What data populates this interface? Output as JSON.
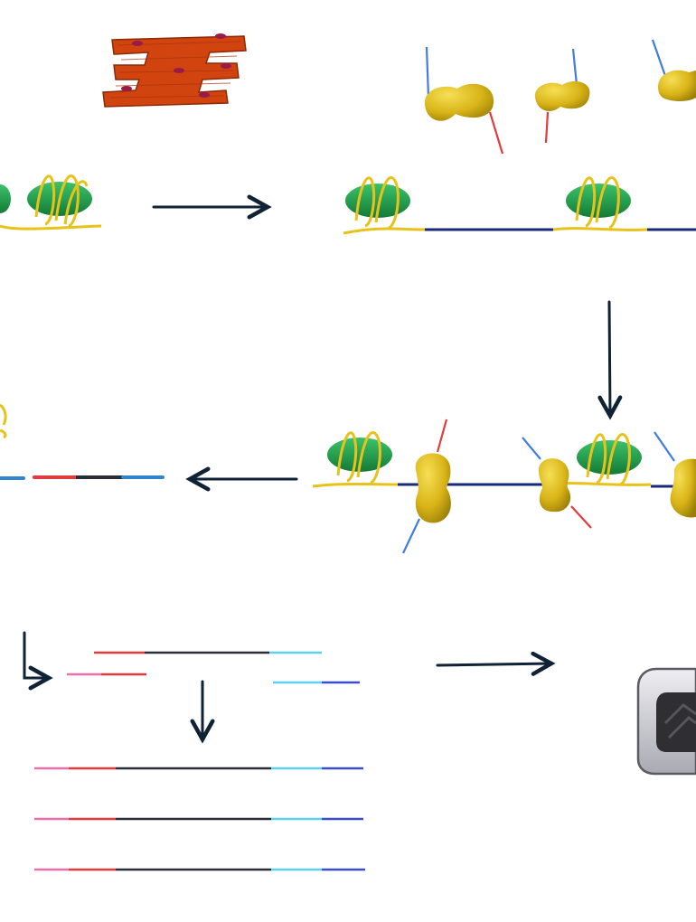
{
  "colors": {
    "background": "#ffffff",
    "arrow": "#0f2236",
    "nucleosome": "#1f9c4a",
    "dna_wrap": "#e7c21a",
    "transposase": "#d8b417",
    "adapter_red": "#e23b3b",
    "adapter_blue": "#3f7de0",
    "fragment_dark": "#2a2f36",
    "fragment_light_blue": "#5fd0ef",
    "fragment_dark_blue": "#3a4fd0",
    "primer_pink": "#ef6fa8",
    "cell": "#d2440f",
    "cell_nucleus": "#9a1a4a",
    "sequencer_body": "#d4d4d8"
  },
  "icons": {
    "cells": "cardiomyocyte-cells-icon",
    "transposases": "tn5-transposase-icon",
    "sequencer": "sequencer-icon"
  },
  "steps": [
    {
      "id": "nuclei-isolation",
      "from": "cells",
      "to": "chromatin"
    },
    {
      "id": "tagmentation",
      "from": "open-chromatin",
      "to": "tagmented-chromatin"
    },
    {
      "id": "fragment-release",
      "from": "tagmented-chromatin",
      "to": "adapter-fragments"
    },
    {
      "id": "pcr-amplification",
      "from": "primers",
      "to": "amplicons"
    },
    {
      "id": "sequencing",
      "from": "amplicons",
      "to": "sequencer"
    }
  ]
}
